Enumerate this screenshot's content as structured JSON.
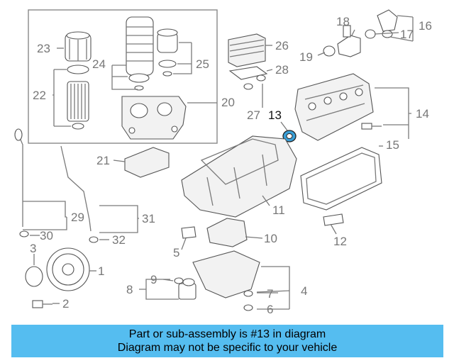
{
  "callouts": {
    "c1": "1",
    "c2": "2",
    "c3": "3",
    "c4": "4",
    "c5": "5",
    "c6": "6",
    "c7": "7",
    "c8": "8",
    "c9": "9",
    "c10": "10",
    "c11": "11",
    "c12": "12",
    "c13": "13",
    "c14": "14",
    "c15": "15",
    "c16": "16",
    "c17": "17",
    "c18": "18",
    "c19": "19",
    "c20": "20",
    "c21": "21",
    "c22": "22",
    "c23": "23",
    "c24": "24",
    "c25": "25",
    "c26": "26",
    "c27": "27",
    "c28": "28",
    "c29": "29",
    "c30": "30",
    "c31": "31",
    "c32": "32"
  },
  "highlight_color": "#3aa0d8",
  "banner": {
    "line1": "Part or sub-assembly is #13 in diagram",
    "line2": "Diagram may not be specific to your vehicle",
    "color": "#55bdf0"
  }
}
